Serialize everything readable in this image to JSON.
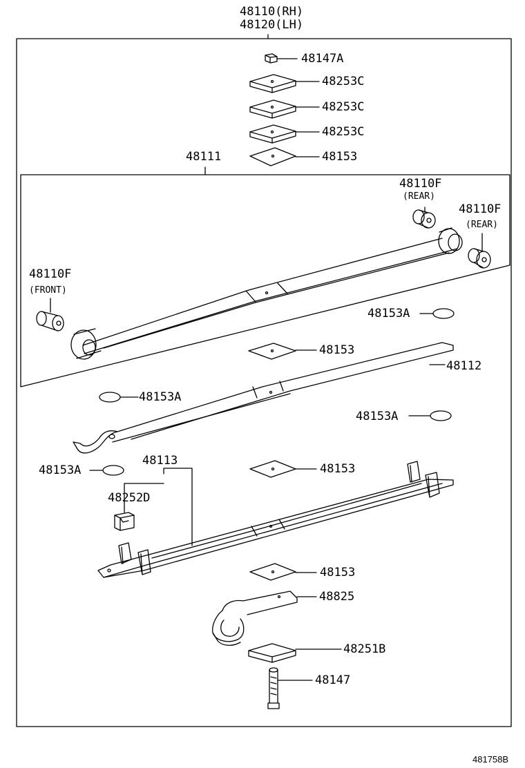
{
  "assembly": {
    "part_rh": "48110(RH)",
    "part_lh": "48120(LH)"
  },
  "parts": {
    "p48147A": "48147A",
    "p48253C_1": "48253C",
    "p48253C_2": "48253C",
    "p48253C_3": "48253C",
    "p48153_top": "48153",
    "p48111": "48111",
    "p48110F_rear1": "48110F",
    "p48110F_rear1_note": "(REAR)",
    "p48110F_rear2": "48110F",
    "p48110F_rear2_note": "(REAR)",
    "p48110F_front": "48110F",
    "p48110F_front_note": "(FRONT)",
    "p48153A_1": "48153A",
    "p48153_mid1": "48153",
    "p48112": "48112",
    "p48153A_2": "48153A",
    "p48153A_3": "48153A",
    "p48113": "48113",
    "p48153A_4": "48153A",
    "p48153_mid2": "48153",
    "p48252D": "48252D",
    "p48153_low": "48153",
    "p48825": "48825",
    "p48251B": "48251B",
    "p48147": "48147"
  },
  "figure_code": "481758B"
}
